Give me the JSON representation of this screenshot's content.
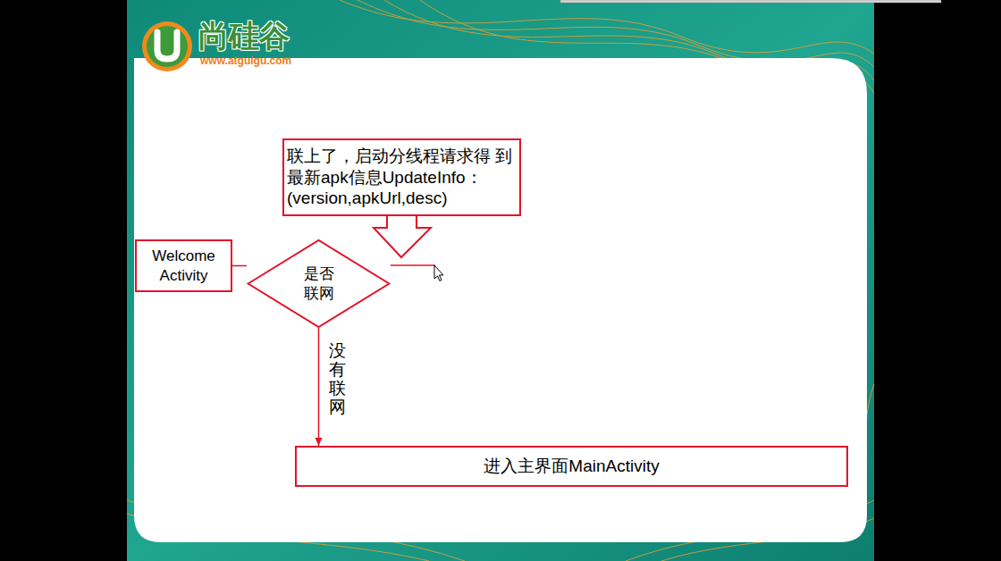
{
  "diagram": {
    "nodes": [
      {
        "text": [
          "Welcome Activity"
        ]
      },
      {
        "text": [
          "是否 联网"
        ]
      },
      {
        "text": [
          "联上了，启动分线程请求得 到最新apk信息UpdateInfo： (version,apkUrl,desc)"
        ]
      },
      {
        "text": [
          "进入主界面MainActivity"
        ]
      }
    ],
    "edges": [
      {
        "from": 0,
        "to": 1,
        "arrow": "none"
      },
      {
        "from": 1,
        "to": 3,
        "arrow": "to",
        "label": "没有联网"
      }
    ],
    "labels": [
      "尚硅谷",
      "www.atguigu.com"
    ]
  }
}
